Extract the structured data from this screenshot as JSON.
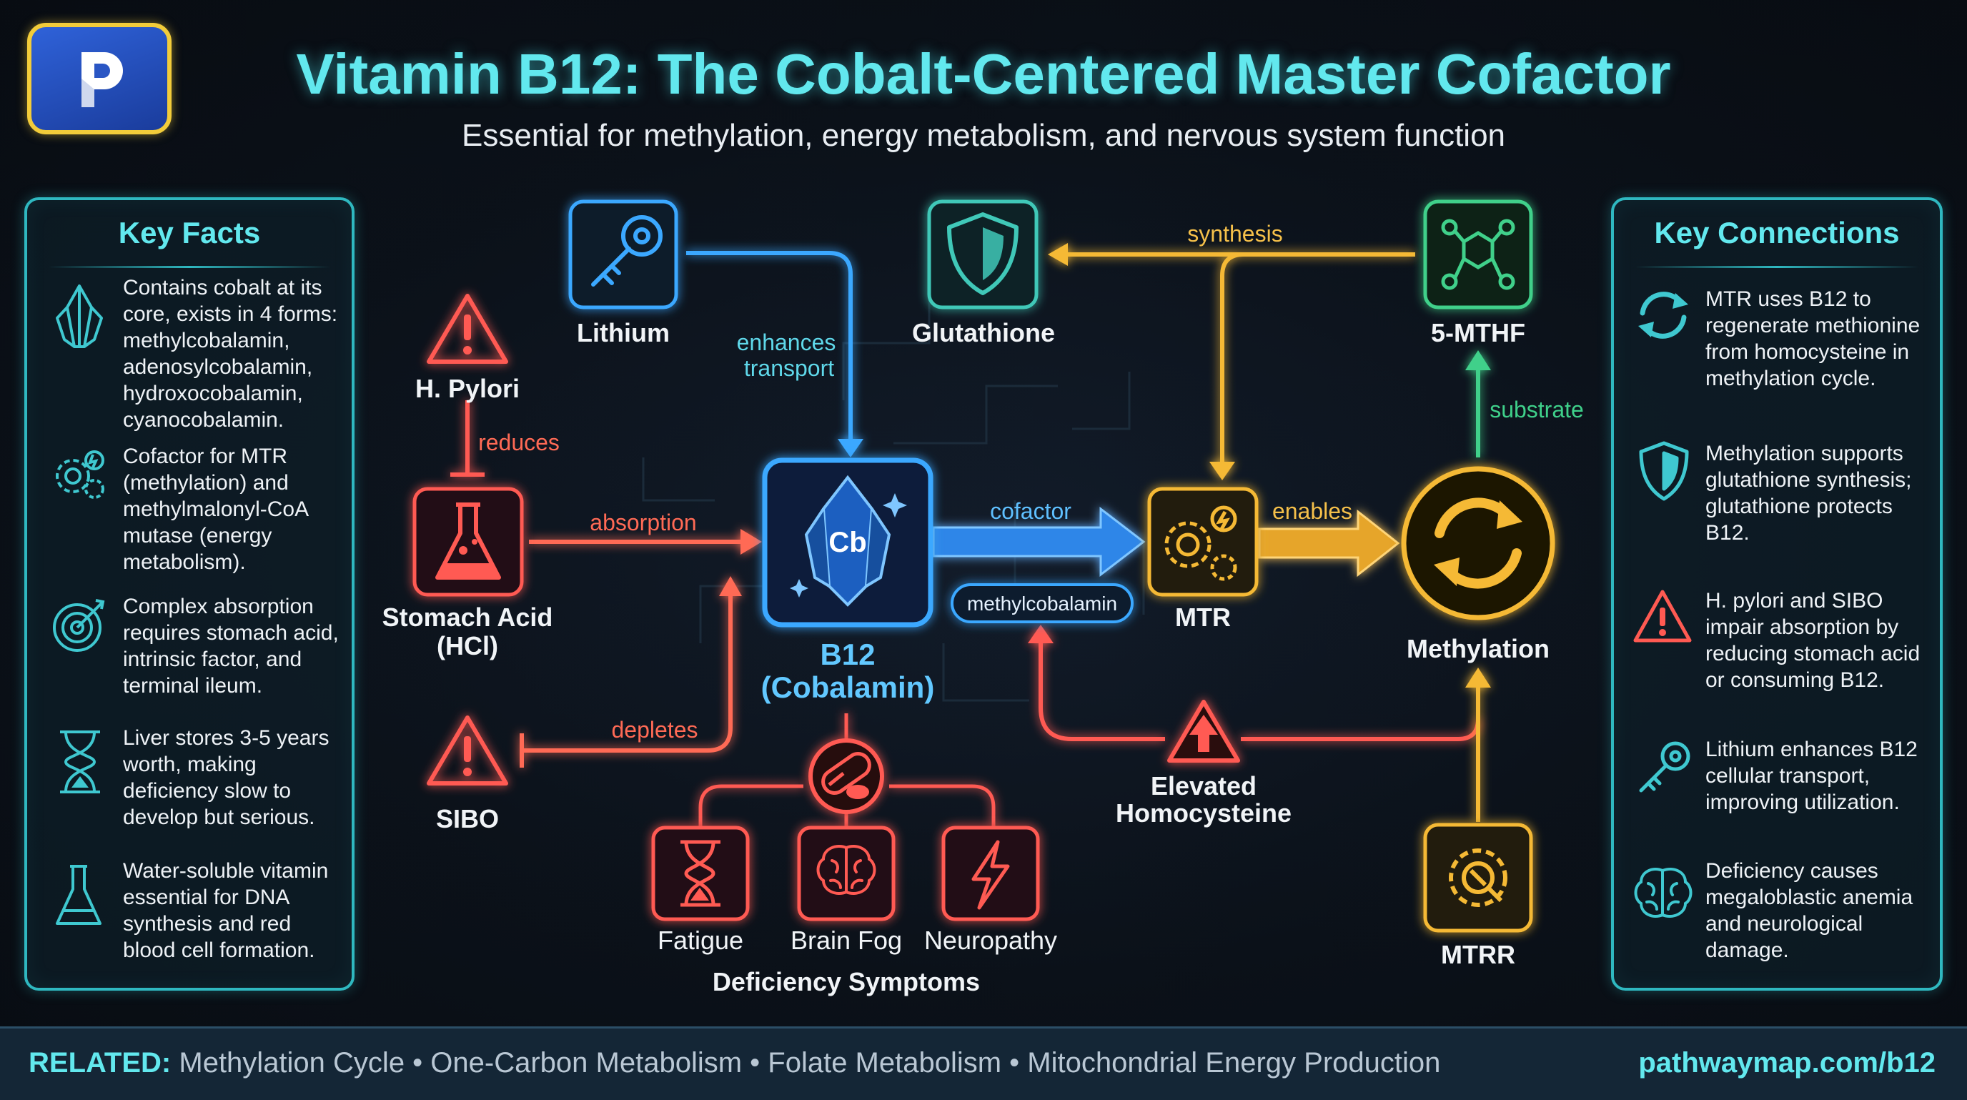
{
  "header": {
    "title": "Vitamin B12: The Cobalt-Centered Master Cofactor",
    "subtitle": "Essential for methylation, energy metabolism, and nervous system function"
  },
  "logo": {
    "letter": "P"
  },
  "key_facts": {
    "title": "Key Facts",
    "items": [
      {
        "icon": "crystal-icon",
        "lines": [
          "Contains cobalt at its",
          "core, exists in 4 forms:",
          "methylcobalamin,",
          "adenosylcobalamin,",
          "hydroxocobalamin,",
          "cyanocobalamin."
        ]
      },
      {
        "icon": "gears-icon",
        "lines": [
          "Cofactor for MTR",
          "(methylation) and",
          "methylmalonyl-CoA",
          "mutase (energy",
          "metabolism)."
        ]
      },
      {
        "icon": "target-icon",
        "lines": [
          "Complex absorption",
          "requires stomach acid,",
          "intrinsic factor, and",
          "terminal ileum."
        ]
      },
      {
        "icon": "hourglass-icon",
        "lines": [
          "Liver stores 3-5 years",
          "worth, making",
          "deficiency slow to",
          "develop but serious."
        ]
      },
      {
        "icon": "flask-icon",
        "lines": [
          "Water-soluble vitamin",
          "essential for DNA",
          "synthesis and red",
          "blood cell formation."
        ]
      }
    ]
  },
  "key_connections": {
    "title": "Key Connections",
    "items": [
      {
        "icon": "cycle-icon",
        "lines": [
          "MTR uses B12 to",
          "regenerate methionine",
          "from homocysteine in",
          "methylation cycle."
        ]
      },
      {
        "icon": "shield-icon",
        "lines": [
          "Methylation supports",
          "glutathione synthesis;",
          "glutathione protects",
          "B12."
        ]
      },
      {
        "icon": "warning-icon",
        "lines": [
          "H. pylori and SIBO",
          "impair absorption by",
          "reducing stomach acid",
          "or consuming B12."
        ]
      },
      {
        "icon": "key-icon",
        "lines": [
          "Lithium enhances B12",
          "cellular transport,",
          "improving utilization."
        ]
      },
      {
        "icon": "brain-icon",
        "lines": [
          "Deficiency causes",
          "megaloblastic anemia",
          "and neurological",
          "damage."
        ]
      }
    ]
  },
  "diagram": {
    "nodes": {
      "lithium": "Lithium",
      "glutathione": "Glutathione",
      "mthf": "5-MTHF",
      "hpylori": "H. Pylori",
      "stomach_acid_1": "Stomach Acid",
      "stomach_acid_2": "(HCl)",
      "b12_1": "B12",
      "b12_2": "(Cobalamin)",
      "b12_symbol": "Cb",
      "mtr": "MTR",
      "methylation": "Methylation",
      "sibo": "SIBO",
      "homocysteine_1": "Elevated",
      "homocysteine_2": "Homocysteine",
      "mtrr": "MTRR",
      "fatigue": "Fatigue",
      "brain_fog": "Brain Fog",
      "neuropathy": "Neuropathy",
      "deficiency": "Deficiency Symptoms"
    },
    "edges": {
      "enhances_1": "enhances",
      "enhances_2": "transport",
      "synthesis": "synthesis",
      "substrate": "substrate",
      "reduces": "reduces",
      "absorption": "absorption",
      "cofactor": "cofactor",
      "methylcobalamin": "methylcobalamin",
      "enables": "enables",
      "depletes": "depletes"
    }
  },
  "footer": {
    "related_label": "RELATED:",
    "related_items": "Methylation Cycle • One-Carbon Metabolism • Folate Metabolism • Mitochondrial Energy Production",
    "url": "pathwaymap.com/b12"
  },
  "colors": {
    "accent": "#62e8ee",
    "red": "#ff5a52",
    "blue": "#3aa8ff",
    "gold": "#f5b935",
    "green": "#3fd08a"
  }
}
